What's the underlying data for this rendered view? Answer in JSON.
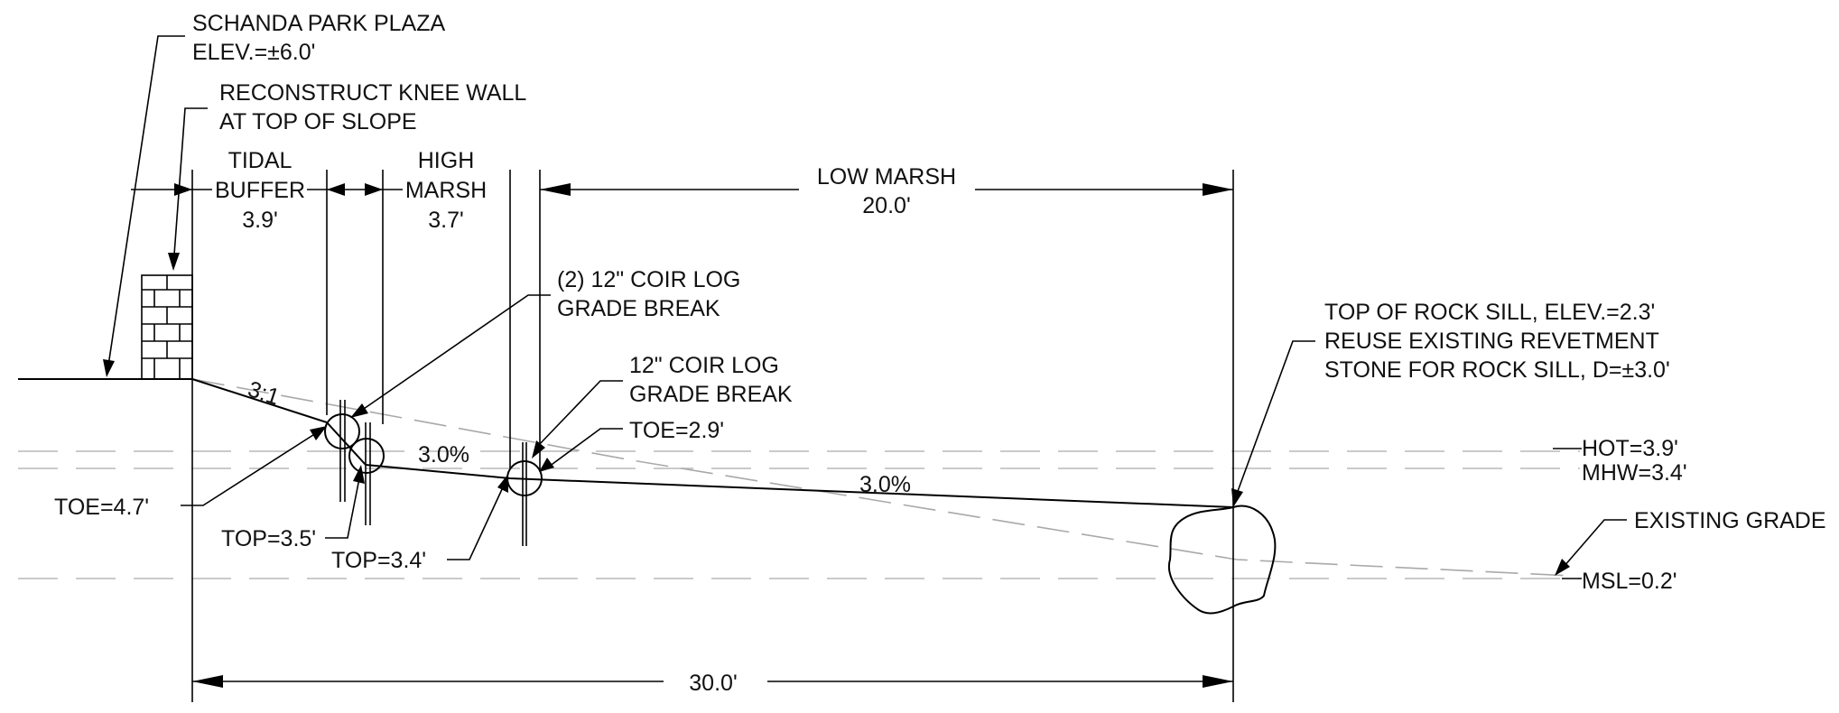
{
  "labels": {
    "plaza_name": "SCHANDA PARK PLAZA",
    "plaza_elev": "ELEV.=±6.0'",
    "knee_wall_1": "RECONSTRUCT KNEE WALL",
    "knee_wall_2": "AT TOP OF SLOPE",
    "tidal_1": "TIDAL",
    "tidal_2": "BUFFER",
    "tidal_dim": "3.9'",
    "high_1": "HIGH",
    "high_2": "MARSH",
    "high_dim": "3.7'",
    "low_marsh": "LOW MARSH",
    "low_dim": "20.0'",
    "coir2_1": "(2) 12\" COIR LOG",
    "coir2_2": "GRADE BREAK",
    "coir1_1": "12\" COIR LOG",
    "coir1_2": "GRADE BREAK",
    "toe29": "TOE=2.9'",
    "toe47": "TOE=4.7'",
    "top35": "TOP=3.5'",
    "top34": "TOP=3.4'",
    "slope_ratio": "3:1",
    "grade_a": "3.0%",
    "grade_b": "3.0%",
    "sill_1": "TOP OF ROCK SILL, ELEV.=2.3'",
    "sill_2": "REUSE EXISTING REVETMENT",
    "sill_3": "STONE FOR ROCK SILL, D=±3.0'",
    "hot": "HOT=3.9'",
    "mhw": "MHW=3.4'",
    "existing_grade": "EXISTING GRADE",
    "msl": "MSL=0.2'",
    "total_dim": "30.0'"
  }
}
